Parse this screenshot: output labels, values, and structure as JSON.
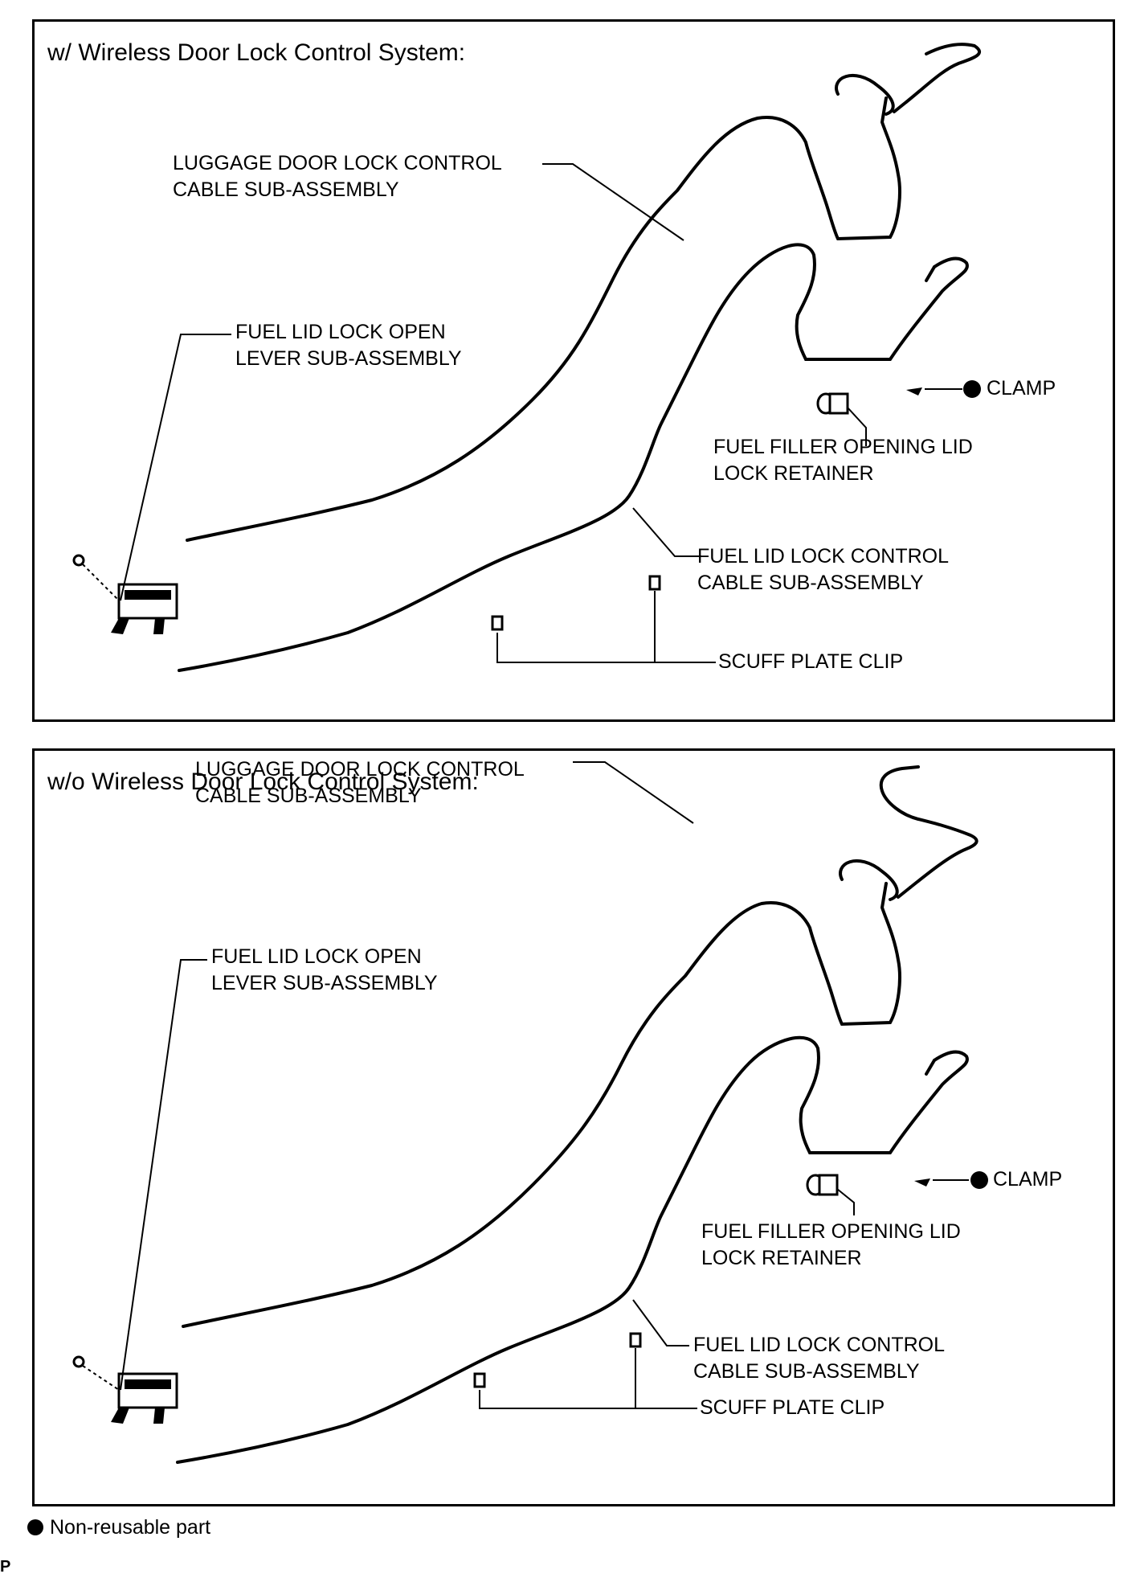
{
  "legend": {
    "non_reusable": "Non-reusable part"
  },
  "corner_code": "P",
  "panels": [
    {
      "title": "w/ Wireless Door Lock Control System:",
      "labels": {
        "luggage_line1": "LUGGAGE DOOR LOCK CONTROL",
        "luggage_line2": "CABLE SUB-ASSEMBLY",
        "lever_line1": "FUEL LID LOCK OPEN",
        "lever_line2": "LEVER SUB-ASSEMBLY",
        "clamp": "CLAMP",
        "retainer_line1": "FUEL FILLER OPENING LID",
        "retainer_line2": "LOCK RETAINER",
        "fuel_cable_line1": "FUEL LID LOCK CONTROL",
        "fuel_cable_line2": "CABLE SUB-ASSEMBLY",
        "scuff": "SCUFF PLATE CLIP"
      }
    },
    {
      "title": "w/o Wireless Door Lock Control System:",
      "labels": {
        "luggage_line1": "LUGGAGE DOOR LOCK CONTROL",
        "luggage_line2": "CABLE SUB-ASSEMBLY",
        "lever_line1": "FUEL LID LOCK OPEN",
        "lever_line2": "LEVER SUB-ASSEMBLY",
        "clamp": "CLAMP",
        "retainer_line1": "FUEL FILLER OPENING LID",
        "retainer_line2": "LOCK RETAINER",
        "fuel_cable_line1": "FUEL LID LOCK CONTROL",
        "fuel_cable_line2": "CABLE SUB-ASSEMBLY",
        "scuff": "SCUFF PLATE CLIP"
      }
    }
  ]
}
